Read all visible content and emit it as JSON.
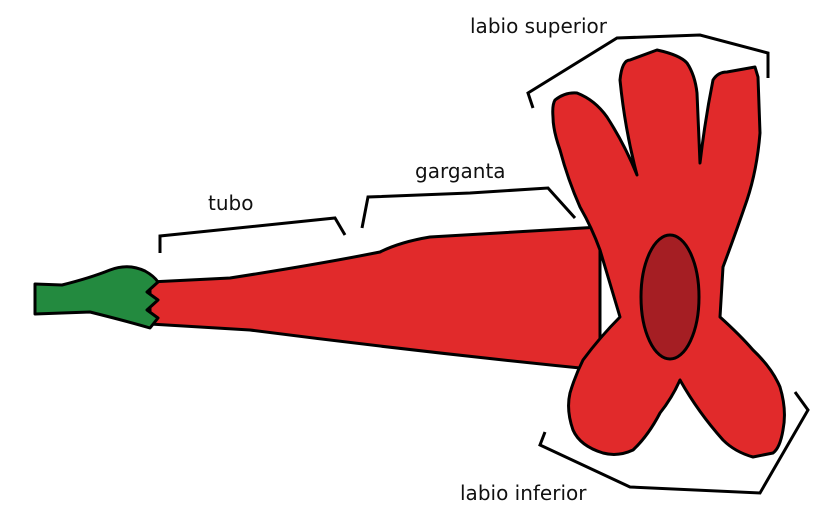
{
  "labels": {
    "upper_lip": "labio superior",
    "throat": "garganta",
    "tube": "tubo",
    "lower_lip": "labio inferior"
  },
  "colors": {
    "corolla": "#e12a2b",
    "mouth": "#a51e23",
    "calyx": "#238a3f",
    "outline": "#000000"
  }
}
